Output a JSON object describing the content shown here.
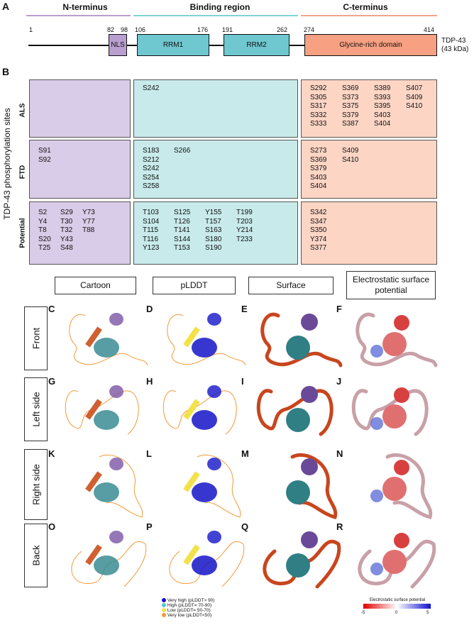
{
  "panel_a": {
    "label": "A",
    "sections": [
      "N-terminus",
      "Binding region",
      "C-terminus"
    ],
    "ticks": [
      "1",
      "82",
      "98",
      "106",
      "176",
      "191",
      "262",
      "274",
      "414"
    ],
    "domains": [
      "NLS",
      "RRM1",
      "RRM2",
      "Glycine-rich domain"
    ],
    "protein": "TDP-43",
    "mass": "(43 kDa)",
    "colors": {
      "nterm": "#b89fcf",
      "binding": "#7fd4d4",
      "cterm": "#f2a48c"
    }
  },
  "panel_b": {
    "label": "B",
    "ylabel": "TDP-43 phosphorylation sites",
    "rows": [
      "ALS",
      "FTD",
      "Potential"
    ],
    "cells": [
      [
        [],
        [
          [
            "S242"
          ]
        ],
        [
          [
            "S292",
            "S305",
            "S317",
            "S332",
            "S333"
          ],
          [
            "S369",
            "S373",
            "S375",
            "S379",
            "S387"
          ],
          [
            "S389",
            "S393",
            "S395",
            "S403",
            "S404"
          ],
          [
            "S407",
            "S409",
            "S410"
          ]
        ]
      ],
      [
        [
          [
            "S91",
            "S92"
          ]
        ],
        [
          [
            "S183",
            "S212",
            "S242",
            "S254",
            "S258"
          ],
          [
            "S266"
          ]
        ],
        [
          [
            "S273",
            "S369",
            "S379",
            "S403",
            "S404"
          ],
          [
            "S409",
            "S410"
          ]
        ]
      ],
      [
        [
          [
            "S2",
            "Y4",
            "T8",
            "S20",
            "T25"
          ],
          [
            "S29",
            "T30",
            "T32",
            "Y43",
            "S48"
          ],
          [
            "Y73",
            "Y77",
            "T88"
          ]
        ],
        [
          [
            "T103",
            "S104",
            "T115",
            "T116",
            "Y123"
          ],
          [
            "S125",
            "T126",
            "T141",
            "S144",
            "T153"
          ],
          [
            "Y155",
            "T157",
            "S163",
            "S180",
            "S190"
          ],
          [
            "T199",
            "T203",
            "Y214",
            "T233"
          ]
        ],
        [
          [
            "S342",
            "S347",
            "S350",
            "Y374",
            "S377"
          ]
        ]
      ]
    ],
    "colors": {
      "purple": "#d9cce8",
      "teal": "#c8eaea",
      "salmon": "#fdd5c5"
    }
  },
  "panel_c": {
    "columns": [
      "Cartoon",
      "pLDDT",
      "Surface",
      "Electrostatic surface potential"
    ],
    "views": [
      "Front",
      "Left side",
      "Right side",
      "Back"
    ],
    "letters": [
      [
        "C",
        "D",
        "E",
        "F"
      ],
      [
        "G",
        "H",
        "I",
        "J"
      ],
      [
        "K",
        "L",
        "M",
        "N"
      ],
      [
        "O",
        "P",
        "Q",
        "R"
      ]
    ]
  },
  "plddt_legend": [
    {
      "label": "Very high (pLDDT> 90)",
      "color": "#1414c8"
    },
    {
      "label": "High (pLDDT= 70-90)",
      "color": "#4fc8d8"
    },
    {
      "label": "Low (pLDDT= 50-70)",
      "color": "#f2e24a"
    },
    {
      "label": "Very low (pLDDT<50)",
      "color": "#f09a3a"
    }
  ],
  "esp_legend": {
    "title": "Electrostatic surface potential",
    "ticks": [
      "-5",
      "0",
      "5"
    ]
  }
}
